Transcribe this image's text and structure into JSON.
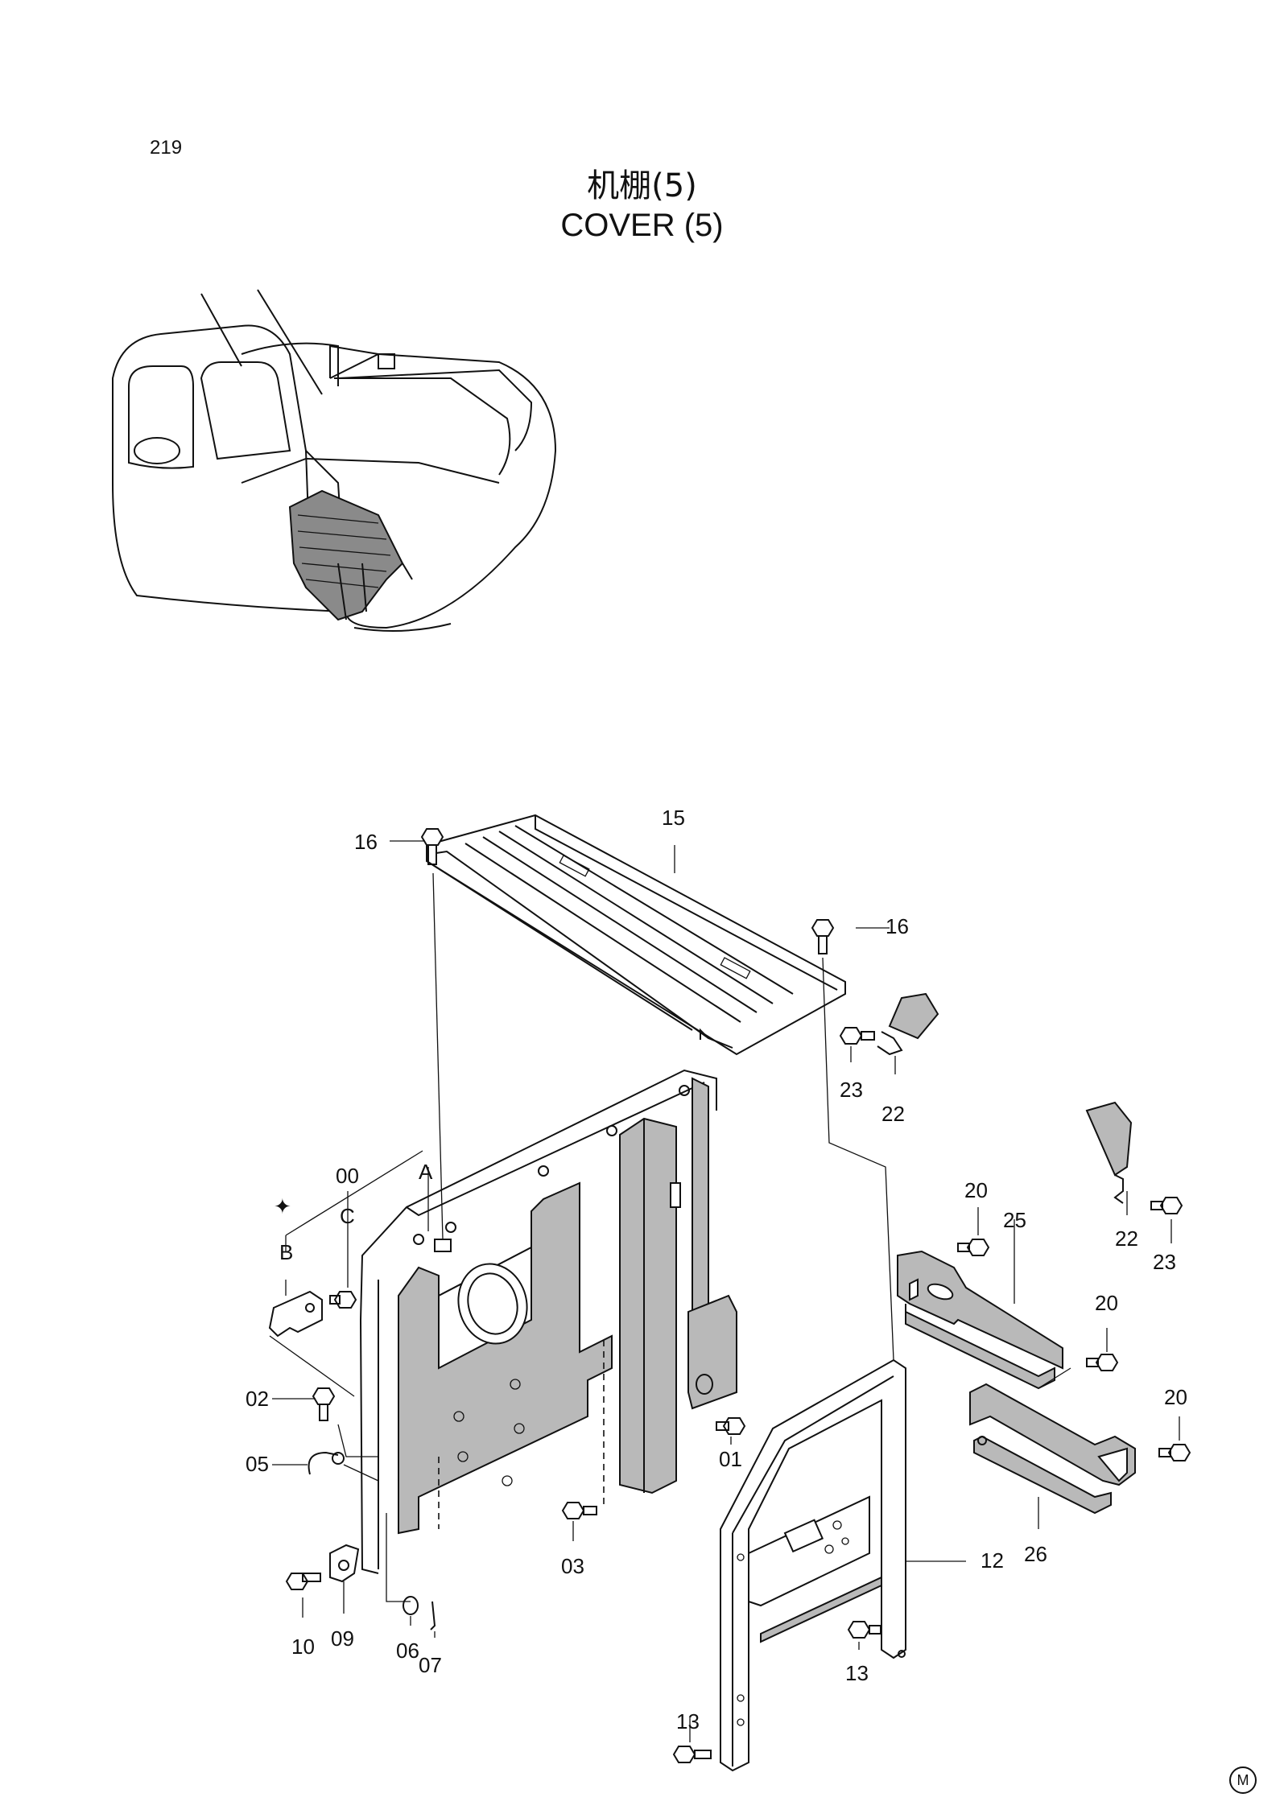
{
  "page_number": "219",
  "title_cn": "机棚(5)",
  "title_en": "COVER (5)",
  "assembly_labels": {
    "a": "A",
    "b": "B",
    "c": "C"
  },
  "callouts": {
    "p00": "00",
    "p01": "01",
    "p02": "02",
    "p03": "03",
    "p05": "05",
    "p06": "06",
    "p07": "07",
    "p09": "09",
    "p10": "10",
    "p12": "12",
    "p13a": "13",
    "p13b": "13",
    "p15": "15",
    "p16a": "16",
    "p16b": "16",
    "p20a": "20",
    "p20b": "20",
    "p20c": "20",
    "p22a": "22",
    "p22b": "22",
    "p23a": "23",
    "p23b": "23",
    "p25": "25",
    "p26": "26"
  },
  "footer_mark": "M"
}
